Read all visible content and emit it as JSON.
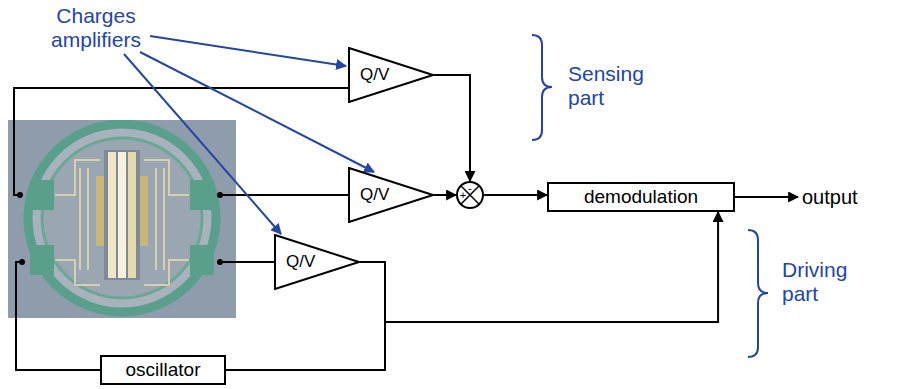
{
  "diagram": {
    "nodes": [
      {
        "text": [
          "Q/V"
        ]
      },
      {
        "text": [
          "Q/V"
        ]
      },
      {
        "text": [
          "-",
          "+"
        ]
      },
      {
        "text": [
          "demodulation"
        ]
      },
      {
        "text": [
          "Q/V"
        ]
      },
      {
        "text": [
          "oscillator"
        ]
      }
    ],
    "edges": [
      {
        "from": 0,
        "to": 2,
        "arrow": "to"
      },
      {
        "from": 1,
        "to": 2,
        "arrow": "to"
      },
      {
        "from": 2,
        "to": 3,
        "arrow": "to"
      },
      {
        "from": 4,
        "to": 3,
        "arrow": "to"
      },
      {
        "from": 4,
        "to": 5,
        "arrow": "none"
      }
    ],
    "labels": [
      "Charges amplifiers",
      "Sensing part",
      "Driving part",
      "output"
    ]
  }
}
